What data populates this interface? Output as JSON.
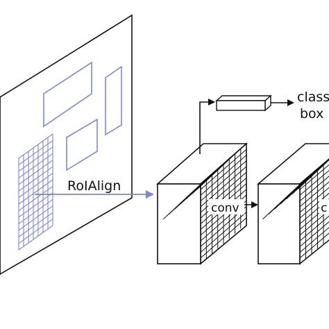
{
  "labels": {
    "roi_align": "RoIAlign",
    "conv_1": "conv",
    "conv_2": "c",
    "class_text": "class",
    "box_text": "box"
  },
  "colors": {
    "roi_color": "#7b86e0",
    "line_color": "#111111",
    "background": "#ffffff"
  }
}
